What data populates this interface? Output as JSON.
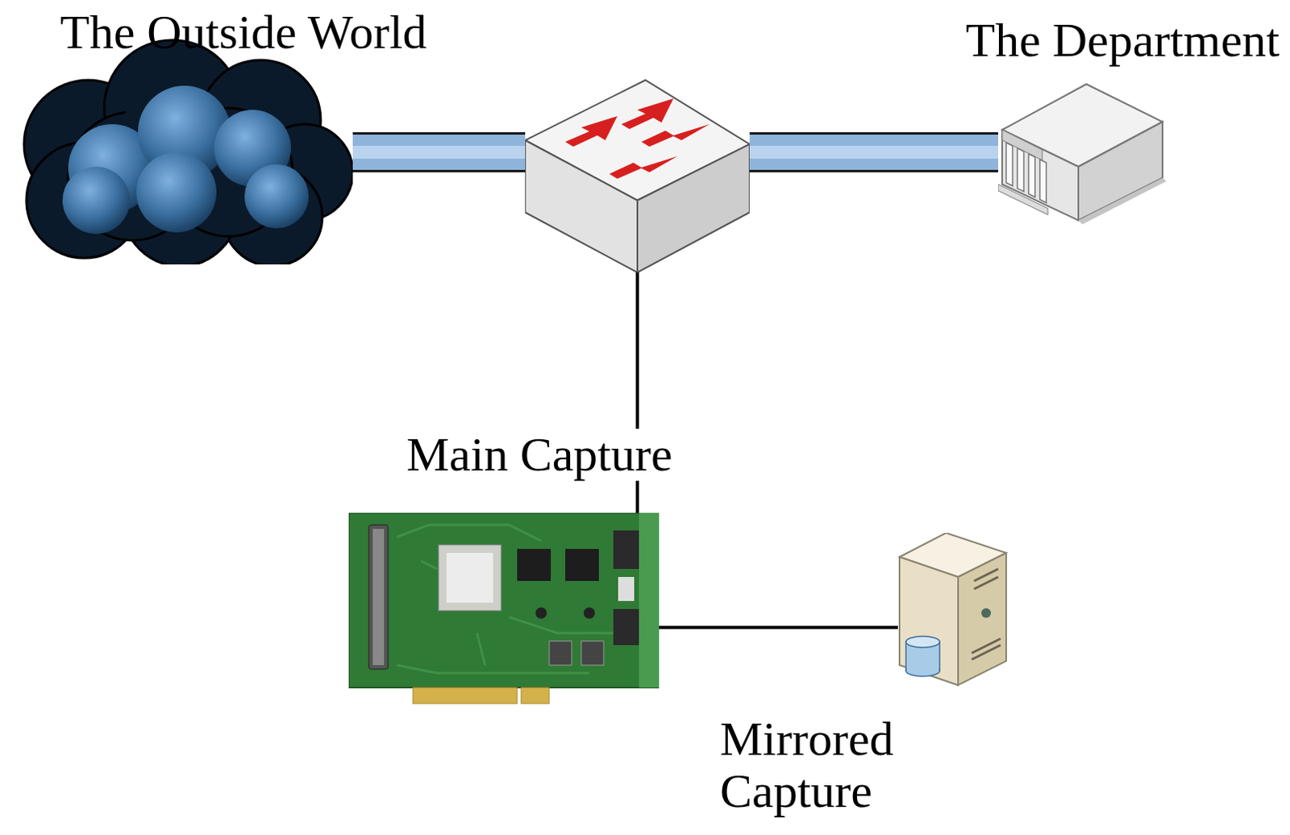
{
  "diagram": {
    "nodes": [
      {
        "text": [
          "The Outside World"
        ]
      },
      {
        "text": []
      },
      {
        "text": [
          "The Department"
        ]
      },
      {
        "text": [
          "Main Capture"
        ]
      },
      {
        "text": [
          "Mirrored Capture"
        ]
      }
    ],
    "edges": [
      {
        "from": 0,
        "to": 1,
        "arrow": "none"
      },
      {
        "from": 1,
        "to": 2,
        "arrow": "none"
      },
      {
        "from": 1,
        "to": 3,
        "arrow": "none"
      },
      {
        "from": 3,
        "to": 4,
        "arrow": "none"
      }
    ]
  }
}
